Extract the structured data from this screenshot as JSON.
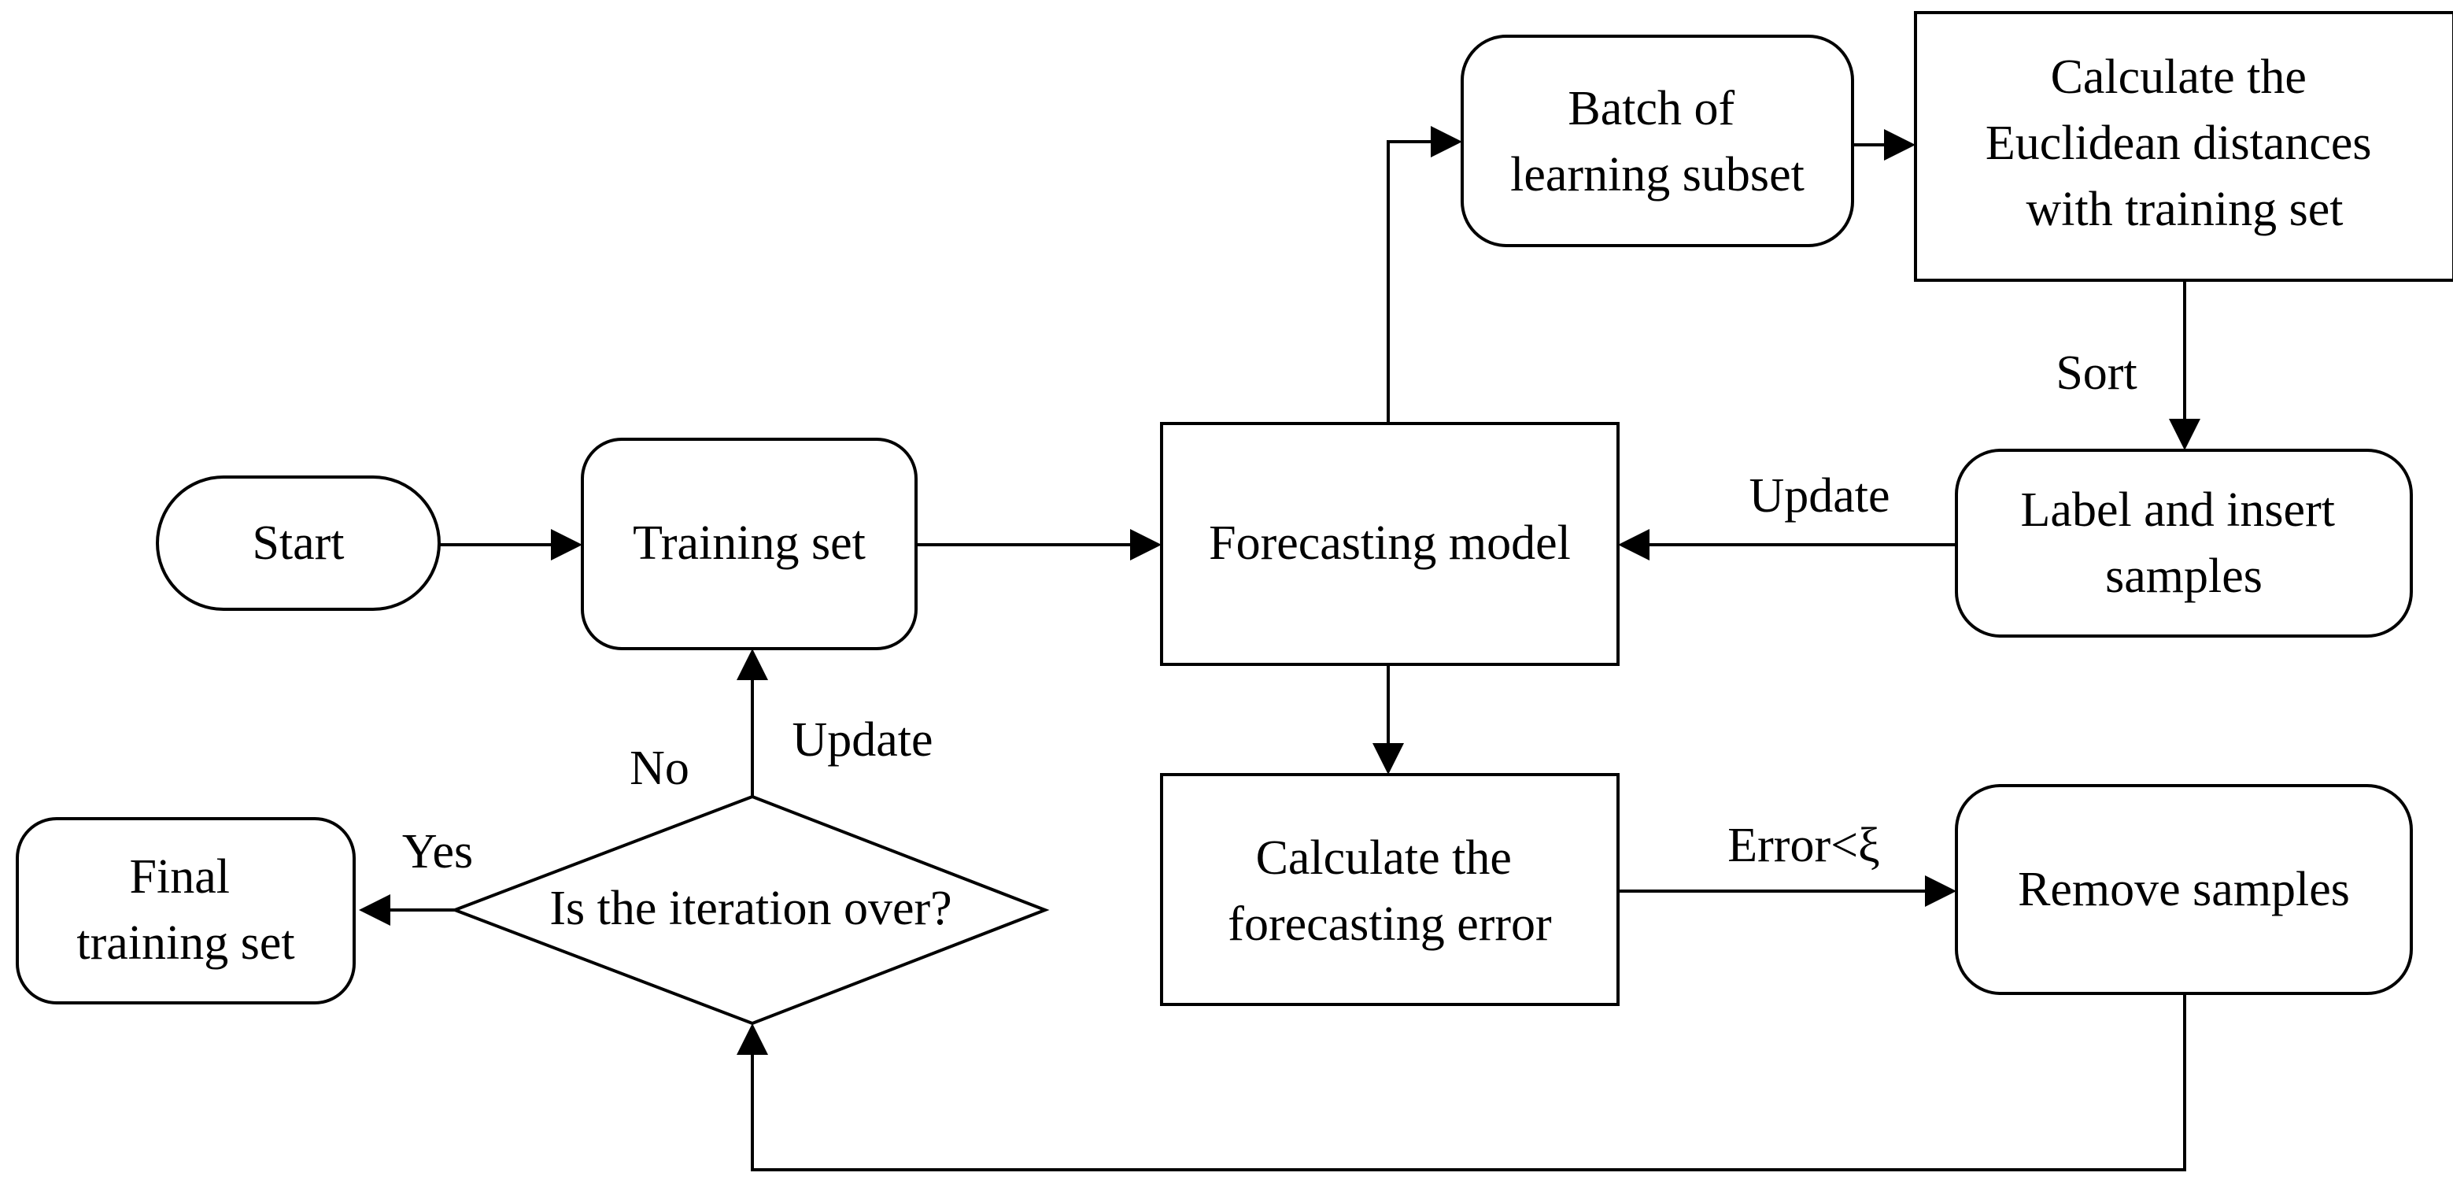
{
  "nodes": {
    "start": {
      "label": "Start"
    },
    "training_set": {
      "label": "Training set"
    },
    "forecasting_model": {
      "label": "Forecasting model"
    },
    "batch_subset": {
      "lines": [
        "Batch of",
        "learning subset"
      ]
    },
    "euclidean": {
      "lines": [
        "Calculate the",
        "Euclidean distances",
        "with training set"
      ]
    },
    "label_insert": {
      "lines": [
        "Label and insert",
        "samples"
      ]
    },
    "forecasting_error": {
      "lines": [
        "Calculate the",
        "forecasting error"
      ]
    },
    "remove_samples": {
      "label": "Remove samples"
    },
    "iteration_check": {
      "label": "Is the iteration over?"
    },
    "final_training_set": {
      "lines": [
        "Final",
        "training set"
      ]
    }
  },
  "edge_labels": {
    "sort": "Sort",
    "update_feedback": "Update",
    "error_condition": "Error<ξ",
    "update_loop": "Update",
    "no": "No",
    "yes": "Yes"
  },
  "colors": {
    "stroke": "#000000",
    "background": "#ffffff"
  }
}
